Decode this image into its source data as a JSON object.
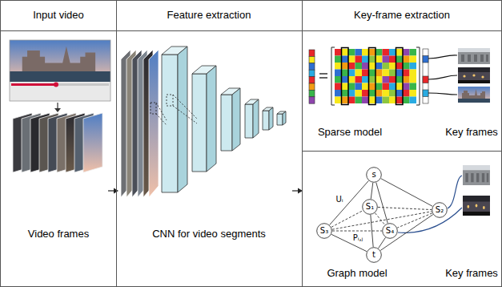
{
  "diagram": {
    "nodes": [
      {
        "text": [
          "Input video"
        ]
      },
      {
        "text": [
          "Feature extraction"
        ]
      },
      {
        "text": [
          "Key-frame extraction"
        ]
      },
      {
        "text": [
          "Video frames"
        ]
      },
      {
        "text": [
          "CNN for video segments"
        ]
      },
      {
        "text": [
          "Sparse model",
          "Key frames"
        ]
      },
      {
        "text": [
          "Graph model",
          "Key frames"
        ]
      },
      {
        "text": [
          "s"
        ],
        "in": 6
      },
      {
        "text": [
          "S₁"
        ],
        "in": 6
      },
      {
        "text": [
          "S₂"
        ],
        "in": 6
      },
      {
        "text": [
          "S₃"
        ],
        "in": 6
      },
      {
        "text": [
          "S₄"
        ],
        "in": 6
      },
      {
        "text": [
          "t"
        ],
        "in": 6
      }
    ],
    "edges": [
      {
        "from": 7,
        "to": 8,
        "arrow": "none"
      },
      {
        "from": 7,
        "to": 9,
        "arrow": "none"
      },
      {
        "from": 7,
        "to": 10,
        "arrow": "none",
        "label": "Uᵢ"
      },
      {
        "from": 7,
        "to": 11,
        "arrow": "none"
      },
      {
        "from": 8,
        "to": 12,
        "arrow": "none"
      },
      {
        "from": 9,
        "to": 12,
        "arrow": "none"
      },
      {
        "from": 10,
        "to": 12,
        "arrow": "none"
      },
      {
        "from": 11,
        "to": 12,
        "arrow": "none"
      },
      {
        "from": 10,
        "to": 8,
        "arrow": "none"
      },
      {
        "from": 10,
        "to": 9,
        "arrow": "none"
      },
      {
        "from": 10,
        "to": 11,
        "arrow": "none",
        "label": "Pᵢ,ⱼ"
      },
      {
        "from": 8,
        "to": 9,
        "arrow": "none"
      },
      {
        "from": 8,
        "to": 11,
        "arrow": "none"
      },
      {
        "from": 9,
        "to": 11,
        "arrow": "none"
      }
    ]
  }
}
